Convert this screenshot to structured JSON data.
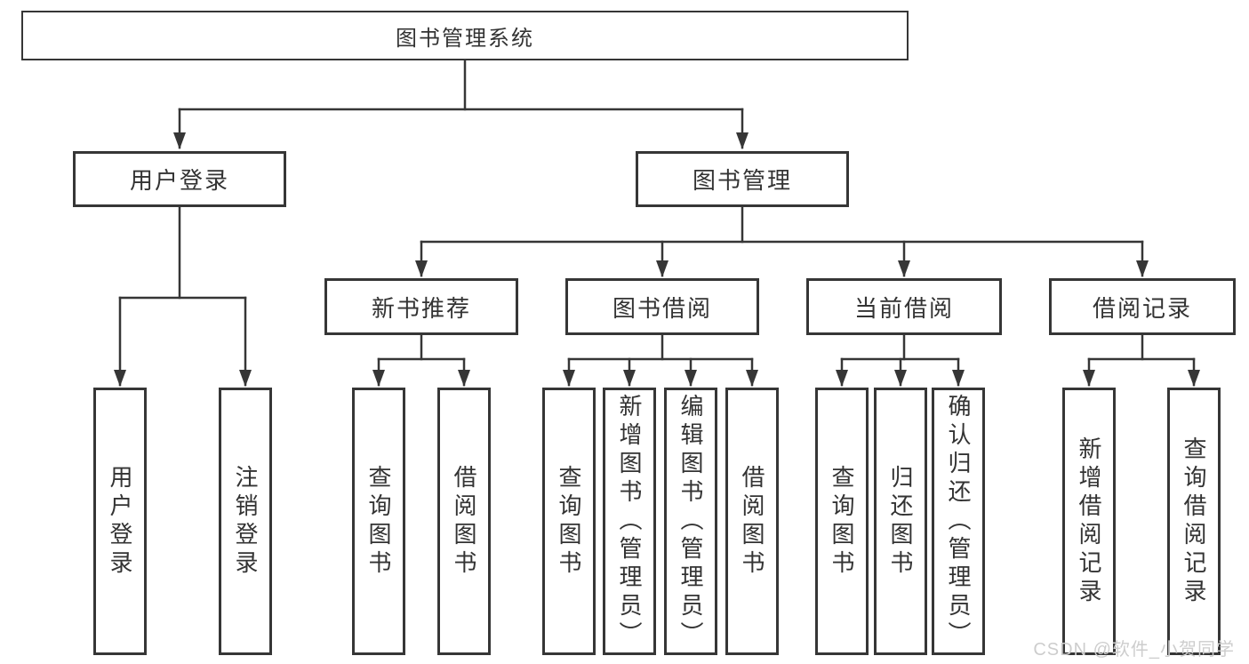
{
  "diagram": {
    "watermark": "CSDN @软件_小贺同学",
    "colors": {
      "line": "#363636",
      "text": "#333333",
      "background": "#ffffff",
      "watermark": "#cdcdcd"
    },
    "tree": {
      "label": "图书管理系统",
      "children": [
        {
          "label": "用户登录",
          "children": [
            {
              "label": "用户登录"
            },
            {
              "label": "注销登录"
            }
          ]
        },
        {
          "label": "图书管理",
          "children": [
            {
              "label": "新书推荐",
              "children": [
                {
                  "label": "查询图书"
                },
                {
                  "label": "借阅图书"
                }
              ]
            },
            {
              "label": "图书借阅",
              "children": [
                {
                  "label": "查询图书"
                },
                {
                  "label": "新增图书（管理员）"
                },
                {
                  "label": "编辑图书（管理员）"
                },
                {
                  "label": "借阅图书"
                }
              ]
            },
            {
              "label": "当前借阅",
              "children": [
                {
                  "label": "查询图书"
                },
                {
                  "label": "归还图书"
                },
                {
                  "label": "确认归还（管理员）"
                }
              ]
            },
            {
              "label": "借阅记录",
              "children": [
                {
                  "label": "新增借阅记录"
                },
                {
                  "label": "查询借阅记录"
                }
              ]
            }
          ]
        }
      ]
    }
  }
}
